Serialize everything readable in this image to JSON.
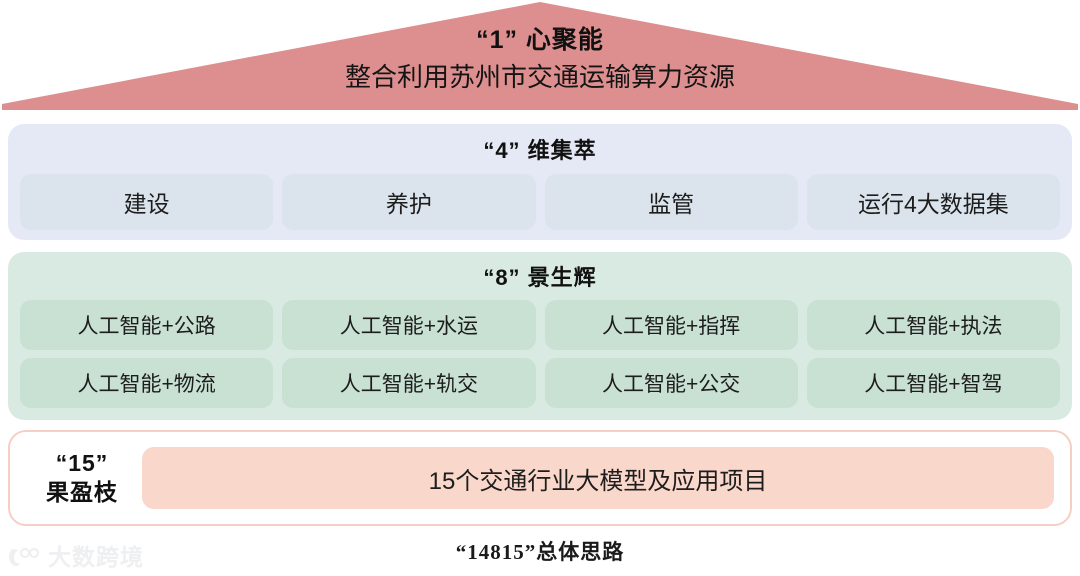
{
  "colors": {
    "roof": "#dd8f8f",
    "panel_blue": "#e4e9f5",
    "chip_blue": "#dbe4ec",
    "panel_green": "#d9eae2",
    "chip_green": "#c8e1d3",
    "card_border_pink": "#f6cfc4",
    "bar_pink": "#f9d7cb",
    "text": "#1a1a1a",
    "watermark": "#c9cdd4"
  },
  "roof": {
    "title": "“1” 心聚能",
    "subtitle": "整合利用苏州市交通运输算力资源"
  },
  "layer_four": {
    "title": "“4” 维集萃",
    "items": [
      {
        "label": "建设"
      },
      {
        "label": "养护"
      },
      {
        "label": "监管"
      },
      {
        "label": "运行4大数据集"
      }
    ]
  },
  "layer_eight": {
    "title": "“8” 景生辉",
    "row_one": [
      {
        "label": "人工智能+公路"
      },
      {
        "label": "人工智能+水运"
      },
      {
        "label": "人工智能+指挥"
      },
      {
        "label": "人工智能+执法"
      }
    ],
    "row_two": [
      {
        "label": "人工智能+物流"
      },
      {
        "label": "人工智能+轨交"
      },
      {
        "label": "人工智能+公交"
      },
      {
        "label": "人工智能+智驾"
      }
    ]
  },
  "layer_fifteen": {
    "label_line_one": "“15”",
    "label_line_two": "果盈枝",
    "bar_label": "15个交通行业大模型及应用项目"
  },
  "footer": {
    "caption": "“14815”总体思路"
  },
  "watermark": {
    "text": "大数跨境"
  }
}
